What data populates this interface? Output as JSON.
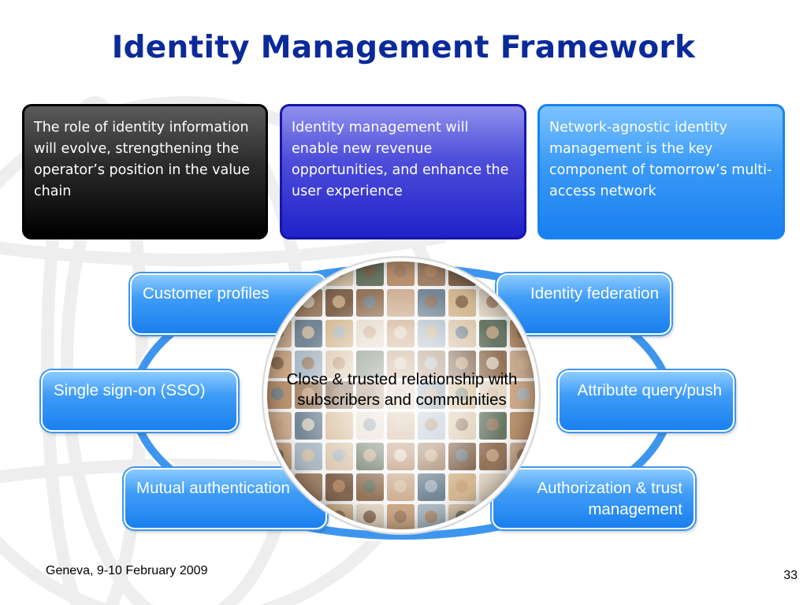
{
  "slide": {
    "title": "Identity Management Framework",
    "top_boxes": [
      {
        "text": "The role of identity information will evolve, strengthening the operator’s position in the value chain",
        "color": "#1a1a1a"
      },
      {
        "text": "Identity management will enable new revenue opportunities, and enhance the user experience",
        "color": "#3637d2"
      },
      {
        "text": "Network-agnostic identity management is the key component of tomorrow’s multi-access network",
        "color": "#2f90f4"
      }
    ],
    "pills": {
      "customer_profiles": "Customer profiles",
      "identity_federation": "Identity federation",
      "single_sign_on": "Single sign-on (SSO)",
      "attribute_query": "Attribute query/push",
      "mutual_authentication": "Mutual authentication",
      "authorization": "Authorization & trust management"
    },
    "center_text": "Close & trusted relationship with subscribers and communities",
    "footer": {
      "location_date": "Geneva, 9-10 February 2009",
      "page_number": "33"
    },
    "colors": {
      "title": "#0b2a9a",
      "pill_blue": "#2f90f4",
      "ring_blue": "#3d95ee"
    }
  }
}
